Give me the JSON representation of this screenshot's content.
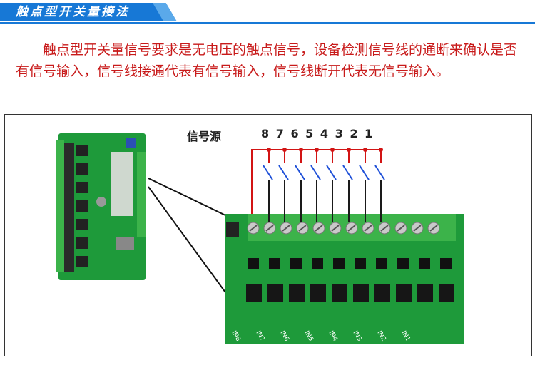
{
  "header": {
    "title": "触点型开关量接法"
  },
  "description": "触点型开关量信号要求是无电压的触点信号，设备检测信号线的通断来确认是否有信号输入，信号线接通代表有信号输入，信号线断开代表无信号输入。",
  "diagram": {
    "signal_source_label": "信号源",
    "channel_numbers": [
      "8",
      "7",
      "6",
      "5",
      "4",
      "3",
      "2",
      "1"
    ],
    "input_labels": [
      "IN8",
      "IN7",
      "IN6",
      "IN5",
      "IN4",
      "IN3",
      "IN2",
      "IN1"
    ],
    "colors": {
      "source_wire": "#d21414",
      "signal_wire": "#1a1a1a",
      "switch": "#1e50d8",
      "board": "#1e9a3a",
      "terminal": "#3cb34a"
    }
  }
}
